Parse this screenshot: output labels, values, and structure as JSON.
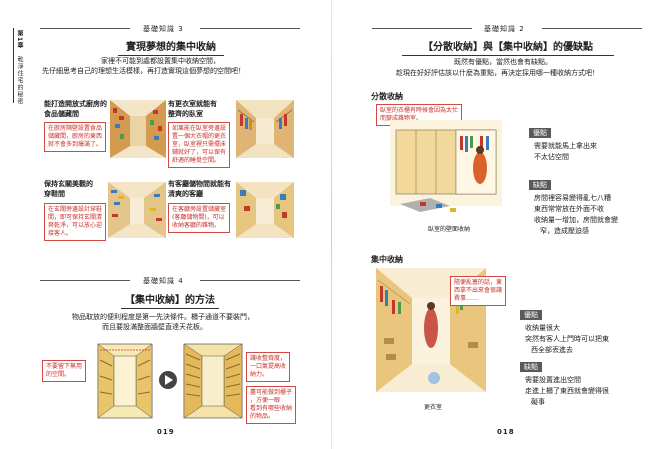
{
  "left_page": {
    "side_tab": {
      "chapter": "第1章",
      "subtitle": "乾淨住宅的秘密"
    },
    "section1": {
      "label": "基礎知識 3",
      "title": "實現夢想的集中收納",
      "intro": [
        "家裡不可能到處都設置集中收納空間，",
        "先仔細思考自己的理想生活模樣，再打造實現這個夢想的空間吧！"
      ],
      "items": [
        {
          "heading": [
            "能打造開放式廚房的",
            "食品儲藏間"
          ],
          "note": [
            "在廚房隔壁設置食品",
            "儲藏間，廚房的東西",
            "就不會多到爆滿了。"
          ]
        },
        {
          "heading": [
            "有更衣室就能有",
            "整齊的臥室"
          ],
          "note": [
            "如果能在臥室旁邊設",
            "置一個大衣帽的更衣",
            "室，臥室裡只需擺床",
            "鋪就好了，可以保有",
            "舒適的睡覺空間。"
          ]
        },
        {
          "heading": [
            "保持玄關美觀的",
            "穿鞋間"
          ],
          "note": [
            "在玄關旁邊設計穿鞋",
            "間，即可保持玄關清",
            "爽乾淨，可以放心迎",
            "接客人。"
          ]
        },
        {
          "heading": [
            "有客廳儲物間就能有",
            "清爽的客廳"
          ],
          "note": [
            "在客廳旁設置儲藏室",
            "(客廳儲物間)，可以",
            "收納客廳的雜物。"
          ]
        }
      ]
    },
    "section2": {
      "label": "基礎知識 4",
      "title": "【集中收納】的方法",
      "intro": [
        "物品取放的便利程度是第一先決條件。櫃子通道不要裝門，",
        "而且要設滿整面牆壁直達天花板。"
      ],
      "note_left": [
        "不要留下無用",
        "的空間。"
      ],
      "note_right_top": [
        "讓收整齊度，",
        "一口氣提高收",
        "納力。"
      ],
      "note_right_bottom": [
        "盡可能做到櫃子",
        "，方便一眼",
        "看到有哪些收納",
        "的物品。"
      ]
    },
    "page_number": "019"
  },
  "right_page": {
    "label": "基礎知識 2",
    "title": "【分散收納】與【集中收納】的優缺點",
    "intro": [
      "既然有優點，當然也會有缺點。",
      "趁現在好好評估該以什麼為重點，再決定採用哪一種收納方式吧！"
    ],
    "dispersed": {
      "heading": "分散收納",
      "callout": [
        "臥室的衣櫃有時候會因為太忙",
        "而變成雜物室。"
      ],
      "caption": "臥室的壁面收納",
      "pros_label": "優點",
      "pros": [
        "需要就能馬上拿出來",
        "不太佔空間"
      ],
      "cons_label": "缺點",
      "cons": [
        "房間裡容易變得亂七八糟",
        "東西常常放在外面不收",
        "收納量一增加，房間就會變",
        "窄，造成壓迫感"
      ]
    },
    "concentrated": {
      "heading": "集中收納",
      "callout": [
        "隨便亂塞的話，東",
        "西拿不出來會很讓",
        "費事……"
      ],
      "caption": "更衣室",
      "pros_label": "優點",
      "pros": [
        "收納量很大",
        "突然有客人上門時可以把東",
        "西全部丟進去"
      ],
      "cons_label": "缺點",
      "cons": [
        "需要設置進出空間",
        "走進上櫃了東西就會變得很",
        "礙事"
      ]
    },
    "page_number": "018"
  }
}
